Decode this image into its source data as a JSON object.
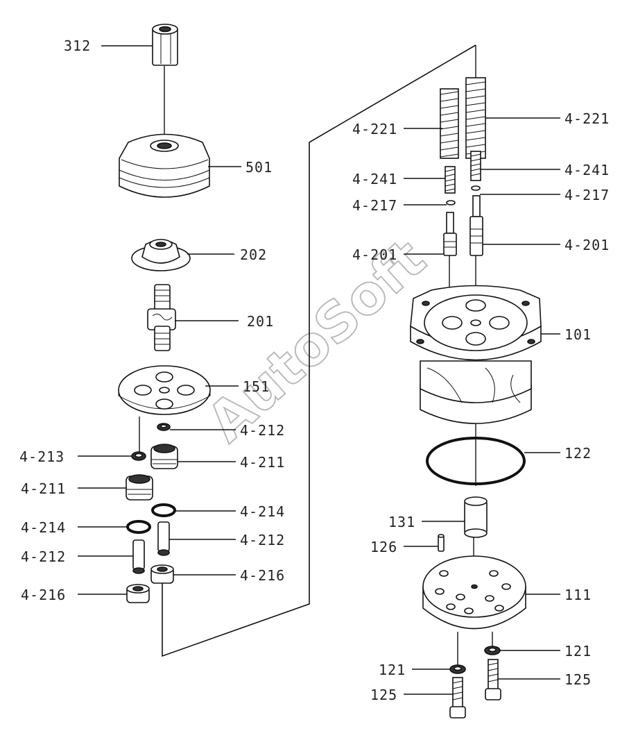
{
  "watermark": "AutoSoft",
  "labels": {
    "l312": "312",
    "l501": "501",
    "l202": "202",
    "l201": "201",
    "l151": "151",
    "l4212a": "4-212",
    "l4213": "4-213",
    "l4211a": "4-211",
    "l4211b": "4-211",
    "l4214a": "4-214",
    "l4214b": "4-214",
    "l4212b": "4-212",
    "l4212c": "4-212",
    "l4216a": "4-216",
    "l4216b": "4-216",
    "l4221a": "4-221",
    "l4221b": "4-221",
    "l4241a": "4-241",
    "l4241b": "4-241",
    "l4217a": "4-217",
    "l4217b": "4-217",
    "l4201a": "4-201",
    "l4201b": "4-201",
    "l101": "101",
    "l122": "122",
    "l131": "131",
    "l126": "126",
    "l111": "111",
    "l121a": "121",
    "l121b": "121",
    "l125a": "125",
    "l125b": "125"
  }
}
